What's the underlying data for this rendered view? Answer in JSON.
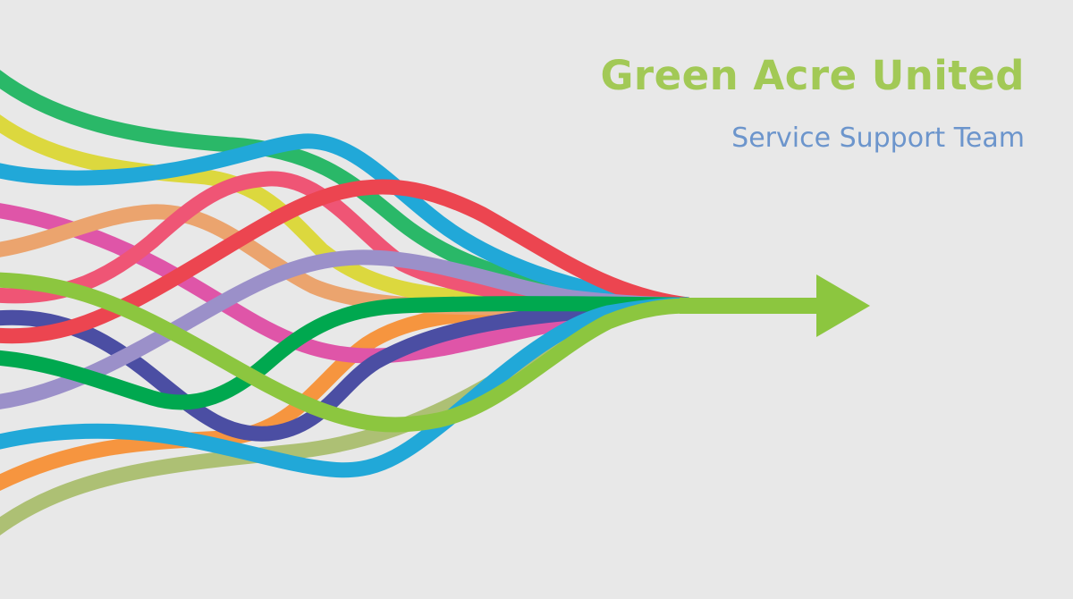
{
  "header": {
    "title": "Green Acre United",
    "subtitle": "Service Support Team"
  },
  "colors": {
    "background": "#e8e8e8",
    "title": "#a2c956",
    "subtitle": "#6c95cc",
    "arrow": "#8cc63f"
  },
  "illustration": {
    "description": "Many colorful tangled lines converging into a single green arrow pointing right",
    "icon": "converging-lines-arrow-icon"
  }
}
